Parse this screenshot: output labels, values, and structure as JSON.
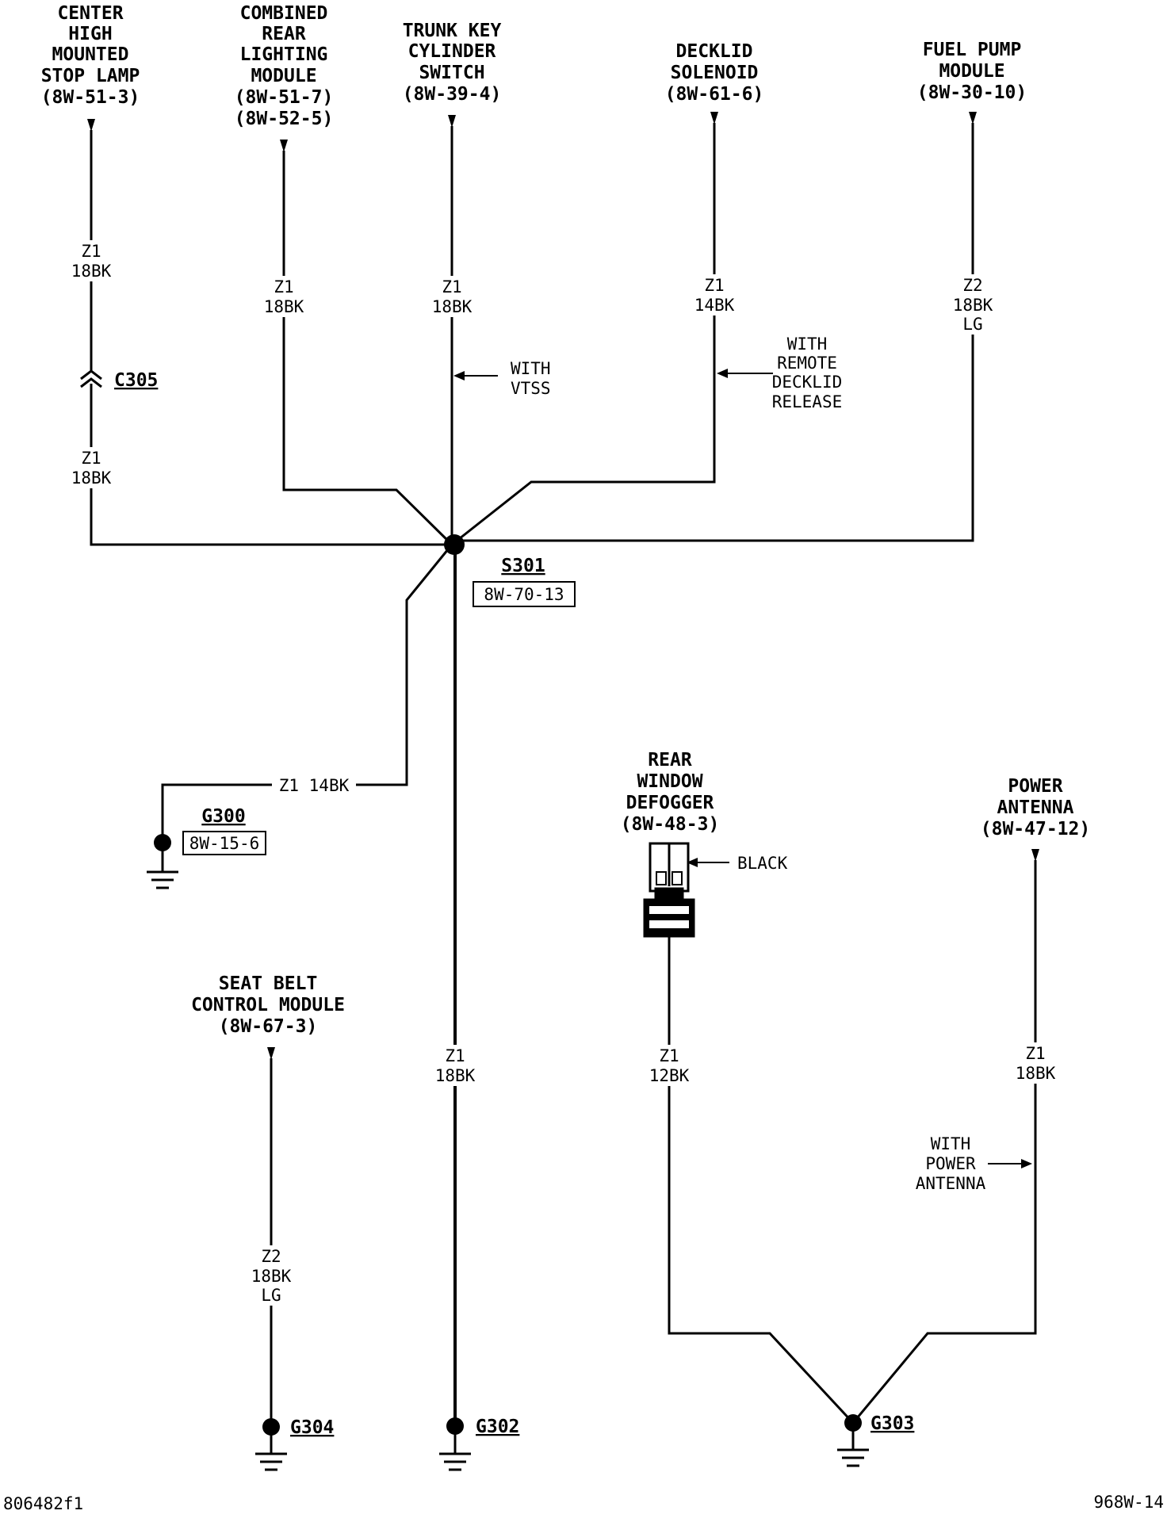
{
  "components": {
    "chmsl": {
      "lines": [
        "CENTER",
        "HIGH",
        "MOUNTED",
        "STOP LAMP",
        "(8W-51-3)"
      ]
    },
    "crlm": {
      "lines": [
        "COMBINED",
        "REAR",
        "LIGHTING",
        "MODULE",
        "(8W-51-7)",
        "(8W-52-5)"
      ]
    },
    "trunk_key": {
      "lines": [
        "TRUNK KEY",
        "CYLINDER",
        "SWITCH",
        "(8W-39-4)"
      ]
    },
    "decklid": {
      "lines": [
        "DECKLID",
        "SOLENOID",
        "(8W-61-6)"
      ]
    },
    "fuel_pump": {
      "lines": [
        "FUEL PUMP",
        "MODULE",
        "(8W-30-10)"
      ]
    },
    "rear_defogger": {
      "lines": [
        "REAR",
        "WINDOW",
        "DEFOGGER",
        "(8W-48-3)"
      ]
    },
    "power_antenna": {
      "lines": [
        "POWER",
        "ANTENNA",
        "(8W-47-12)"
      ]
    },
    "seat_belt": {
      "lines": [
        "SEAT BELT",
        "CONTROL MODULE",
        "(8W-67-3)"
      ]
    }
  },
  "wires": {
    "chmsl_upper": {
      "lines": [
        "Z1",
        "18BK"
      ]
    },
    "chmsl_lower": {
      "lines": [
        "Z1",
        "18BK"
      ]
    },
    "crlm": {
      "lines": [
        "Z1",
        "18BK"
      ]
    },
    "trunk_key": {
      "lines": [
        "Z1",
        "18BK"
      ]
    },
    "decklid": {
      "lines": [
        "Z1",
        "14BK"
      ]
    },
    "fuel_pump": {
      "lines": [
        "Z2",
        "18BK",
        "LG"
      ]
    },
    "g300": {
      "text": "Z1 14BK"
    },
    "g302": {
      "lines": [
        "Z1",
        "18BK"
      ]
    },
    "defogger": {
      "lines": [
        "Z1",
        "12BK"
      ]
    },
    "antenna": {
      "lines": [
        "Z1",
        "18BK"
      ]
    },
    "seat_belt": {
      "lines": [
        "Z2",
        "18BK",
        "LG"
      ]
    }
  },
  "notes": {
    "vtss": {
      "lines": [
        "WITH",
        "VTSS"
      ]
    },
    "remote_decklid": {
      "lines": [
        "WITH",
        "REMOTE",
        "DECKLID",
        "RELEASE"
      ]
    },
    "black": {
      "text": "BLACK"
    },
    "with_power_antenna": {
      "lines": [
        "WITH",
        "POWER",
        "ANTENNA"
      ]
    }
  },
  "connectors": {
    "c305": "C305"
  },
  "splices": {
    "s301": {
      "name": "S301",
      "ref": "8W-70-13"
    }
  },
  "grounds": {
    "g300": {
      "name": "G300",
      "ref": "8W-15-6"
    },
    "g302": {
      "name": "G302"
    },
    "g303": {
      "name": "G303"
    },
    "g304": {
      "name": "G304"
    }
  },
  "footer": {
    "left": "806482f1",
    "right": "968W-14"
  }
}
